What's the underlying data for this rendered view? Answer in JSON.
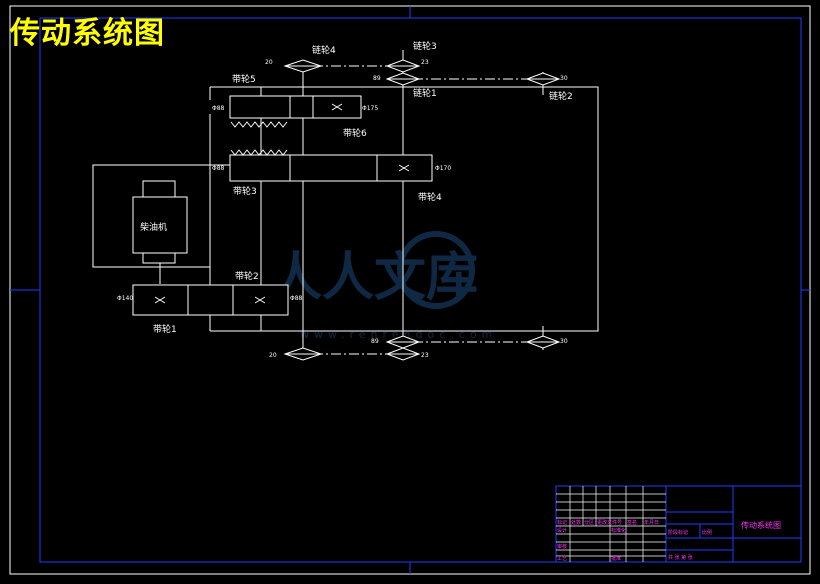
{
  "title": "传动系统图",
  "diagram": {
    "engine_label": "柴油机",
    "belt_labels": {
      "belt_1": "带轮1",
      "belt_2": "带轮2",
      "belt_3": "带轮3",
      "belt_4": "带轮4",
      "belt_5": "带轮5",
      "belt_6": "带轮6"
    },
    "chain_labels": {
      "chain_1": "链轮1",
      "chain_2": "链轮2",
      "chain_3": "链轮3",
      "chain_4": "链轮4"
    },
    "teeth": {
      "t20_top": "20",
      "t23": "23",
      "t89": "89",
      "t30_top": "30",
      "t20_bottom": "20",
      "t89_bottom": "89",
      "t23_bottom": "23",
      "t30_bottom": "30"
    },
    "diameters": {
      "d_pulley5": "Φ88",
      "d_pulley6": "Φ175",
      "d_pulley3": "Φ88",
      "d_pulley4": "Φ170",
      "d_pulley1": "Φ140",
      "d_pulley2": "Φ88"
    }
  },
  "watermark": {
    "brand": "人人文库",
    "url": "www.renrendoc.com"
  },
  "title_block": {
    "drawing_title": "传动系统图",
    "headers": [
      "标记",
      "处数",
      "分区",
      "更改文件号",
      "签名",
      "年月日"
    ],
    "role_labels": [
      "设计",
      "审核",
      "工艺"
    ],
    "col_labels": [
      "标准化",
      "批准"
    ],
    "stage_label": "阶段标记",
    "scale_label": "比例",
    "sheet_label": "共  张 第  张"
  }
}
